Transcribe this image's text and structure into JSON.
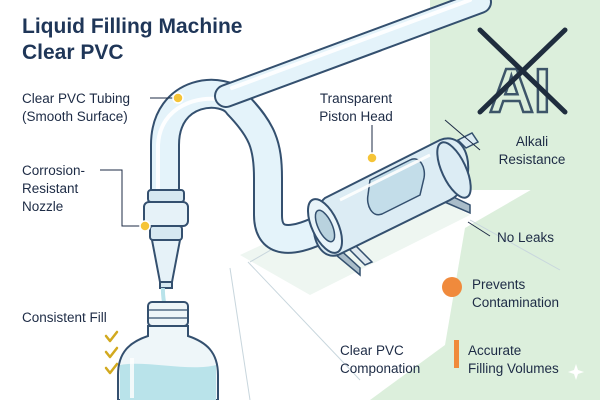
{
  "title": [
    "Liquid Filling Machine",
    "Clear PVC"
  ],
  "labels": {
    "tubing": [
      "Clear PVC Tubing",
      "(Smooth Surface)"
    ],
    "piston": [
      "Transparent",
      "Piston Head"
    ],
    "nozzle": [
      "Corrosion-",
      "Resistant",
      "Nozzle"
    ],
    "alkali": [
      "Alkali",
      "Resistance"
    ],
    "no_leaks": [
      "No Leaks"
    ],
    "consistent": [
      "Consistent Fill"
    ],
    "prevents": [
      "Prevents",
      "Contamination"
    ],
    "componation": [
      "Clear PVC",
      "Componation"
    ],
    "accurate": [
      "Accurate",
      "Filling Volumes"
    ]
  },
  "logo_text": "AI",
  "colors": {
    "title": "#1f3658",
    "text": "#1d2b45",
    "green_panel": "#dcefdc",
    "tube_fill": "#e4f3fa",
    "tube_outline": "#34506f",
    "liquid": "#b9e3ea",
    "callout_dot": "#f5c437",
    "orange_dot": "#f08a3c",
    "check": "#d2a91f"
  },
  "icons": [
    "crossed-ai-logo",
    "check-icon",
    "orange-dot-icon",
    "orange-bar-icon",
    "sparkle-icon"
  ]
}
